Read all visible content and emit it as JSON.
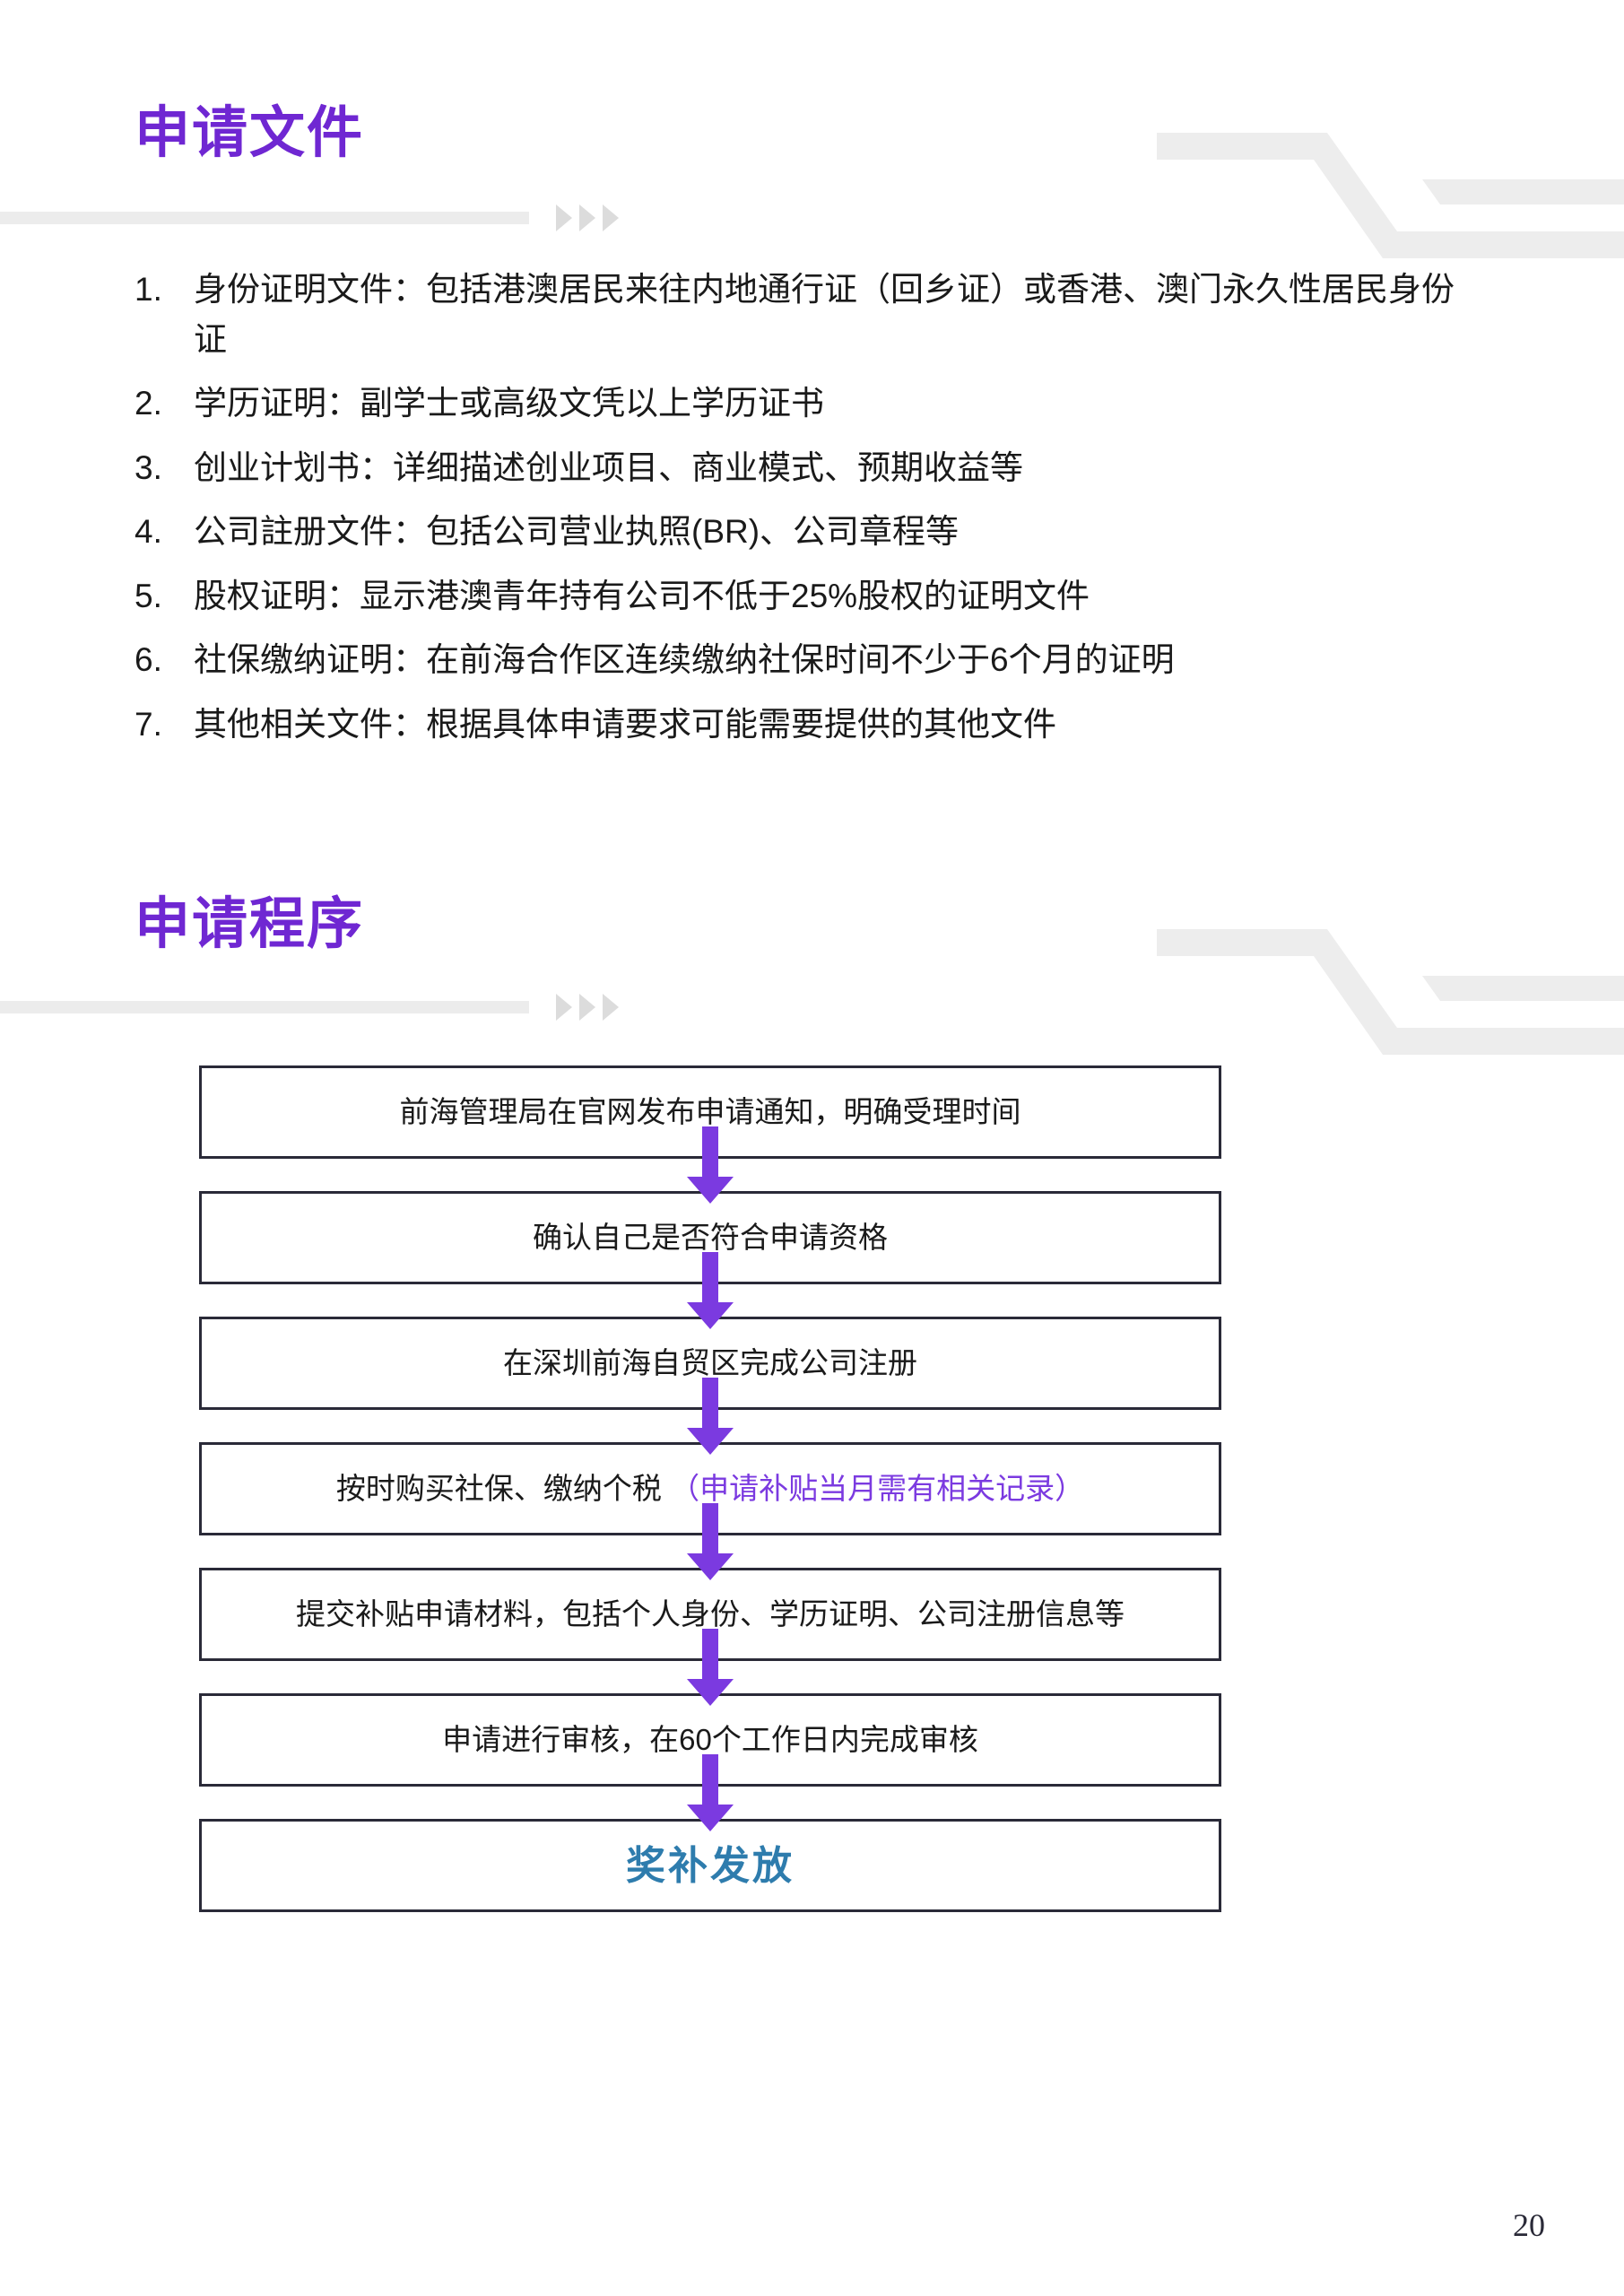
{
  "page": {
    "number": "20",
    "accent_purple": "#6F27D2",
    "accent_arrow_purple": "#7B3AE0",
    "accent_blue": "#2E7CAD",
    "divider_gray": "#ECECEC",
    "box_border": "#2A2A38"
  },
  "sections": [
    {
      "heading": "申请文件",
      "divider": {
        "arrow_count": 3
      }
    },
    {
      "heading": "申请程序",
      "divider": {
        "arrow_count": 3
      }
    }
  ],
  "application_documents": {
    "items": [
      {
        "num": "1.",
        "text": "身份证明文件：包括港澳居民来往内地通行证（回乡证）或香港、澳门永久性居民身份证"
      },
      {
        "num": "2.",
        "text": "学历证明：副学士或高级文凭以上学历证书"
      },
      {
        "num": "3.",
        "text": "创业计划书：详细描述创业项目、商业模式、预期收益等"
      },
      {
        "num": "4.",
        "text": "公司註册文件：包括公司营业执照(BR)、公司章程等"
      },
      {
        "num": "5.",
        "text": "股权证明：显示港澳青年持有公司不低于25%股权的证明文件"
      },
      {
        "num": "6.",
        "text": "社保缴纳证明：在前海合作区连续缴纳社保时间不少于6个月的证明"
      },
      {
        "num": "7.",
        "text": "其他相关文件：根据具体申请要求可能需要提供的其他文件"
      }
    ]
  },
  "application_process": {
    "steps": [
      {
        "text": "前海管理局在官网发布申请通知，明确受理时间",
        "accent_text": "",
        "style": "normal"
      },
      {
        "text": "确认自己是否符合申请资格",
        "accent_text": "",
        "style": "normal"
      },
      {
        "text": "在深圳前海自贸区完成公司注册",
        "accent_text": "",
        "style": "normal"
      },
      {
        "text": "按时购买社保、缴纳个税 ",
        "accent_text": "（申请补贴当月需有相关记录）",
        "style": "normal"
      },
      {
        "text": "提交补贴申请材料，包括个人身份、学历证明、公司注册信息等",
        "accent_text": "",
        "style": "normal"
      },
      {
        "text": "申请进行审核，在60个工作日内完成审核",
        "accent_text": "",
        "style": "normal"
      },
      {
        "text": "奖补发放",
        "accent_text": "",
        "style": "final"
      }
    ]
  }
}
